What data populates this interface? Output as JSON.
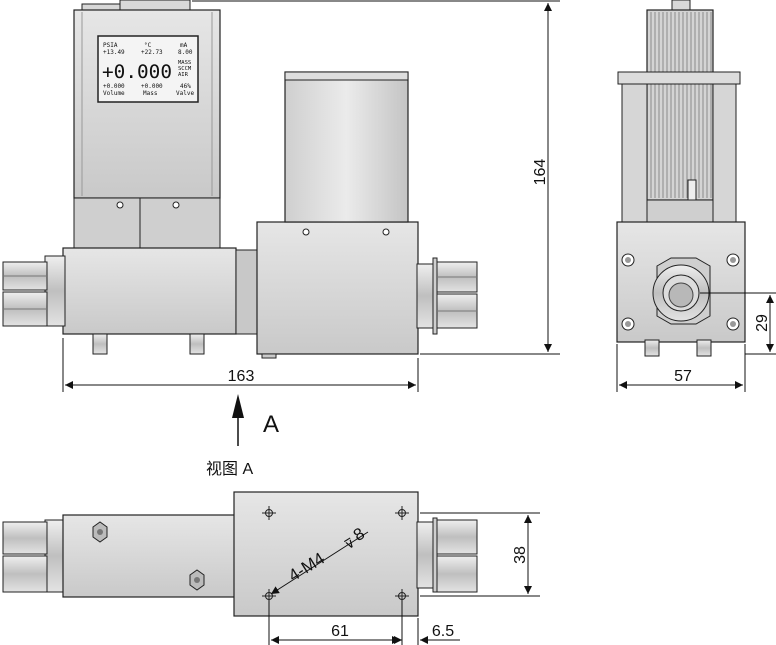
{
  "dimensions": {
    "total_length": "163",
    "total_height": "164",
    "width": "57",
    "port_height": "29",
    "view_a_width": "38",
    "hole_spacing": "61",
    "hole_offset": "6.5",
    "hole_spec_main": "4-M4",
    "hole_spec_depth": "8"
  },
  "labels": {
    "view_arrow": "A",
    "view_title": "视图 A"
  },
  "display": {
    "top_left": "PSIA",
    "top_mid": "°C",
    "top_right": "mA",
    "val_left": "+13.49",
    "val_mid": "+22.73",
    "val_right": "8.00",
    "big_value": "+0.000",
    "unit1": "MASS",
    "unit2": "SCCM",
    "unit3": "AIR",
    "bot_val_left": "+0.000",
    "bot_val_mid": "+0.000",
    "bot_val_right": "46%",
    "bot_lbl_left": "Volume",
    "bot_lbl_mid": "Mass",
    "bot_lbl_right": "Valve"
  },
  "colors": {
    "body": "#d9d9d9",
    "body_dark": "#bdbdbd",
    "outline": "#222222",
    "lcd_bg": "#f4f4f4",
    "fins": "#a9a9a9"
  }
}
